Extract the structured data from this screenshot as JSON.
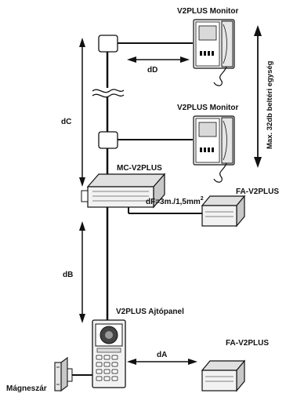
{
  "labels": {
    "monitor_top": "V2PLUS Monitor",
    "monitor_mid": "V2PLUS Monitor",
    "mc_unit": "MC-V2PLUS",
    "fa_unit_top": "FA-V2PLUS",
    "fa_unit_bottom": "FA-V2PLUS",
    "door_panel": "V2PLUS Ajtópanel",
    "lock": "Mágneszár",
    "vertical_note": "Max. 32db beltéri egység"
  },
  "distances": {
    "dA": "dA",
    "dB": "dB",
    "dC": "dC",
    "dD": "dD",
    "dF_main": "dF=3m./1,5mm",
    "dF_sup": "2"
  },
  "colors": {
    "line": "#111111",
    "device_fill": "#f2f2f2",
    "device_shade": "#c8c8c8"
  }
}
